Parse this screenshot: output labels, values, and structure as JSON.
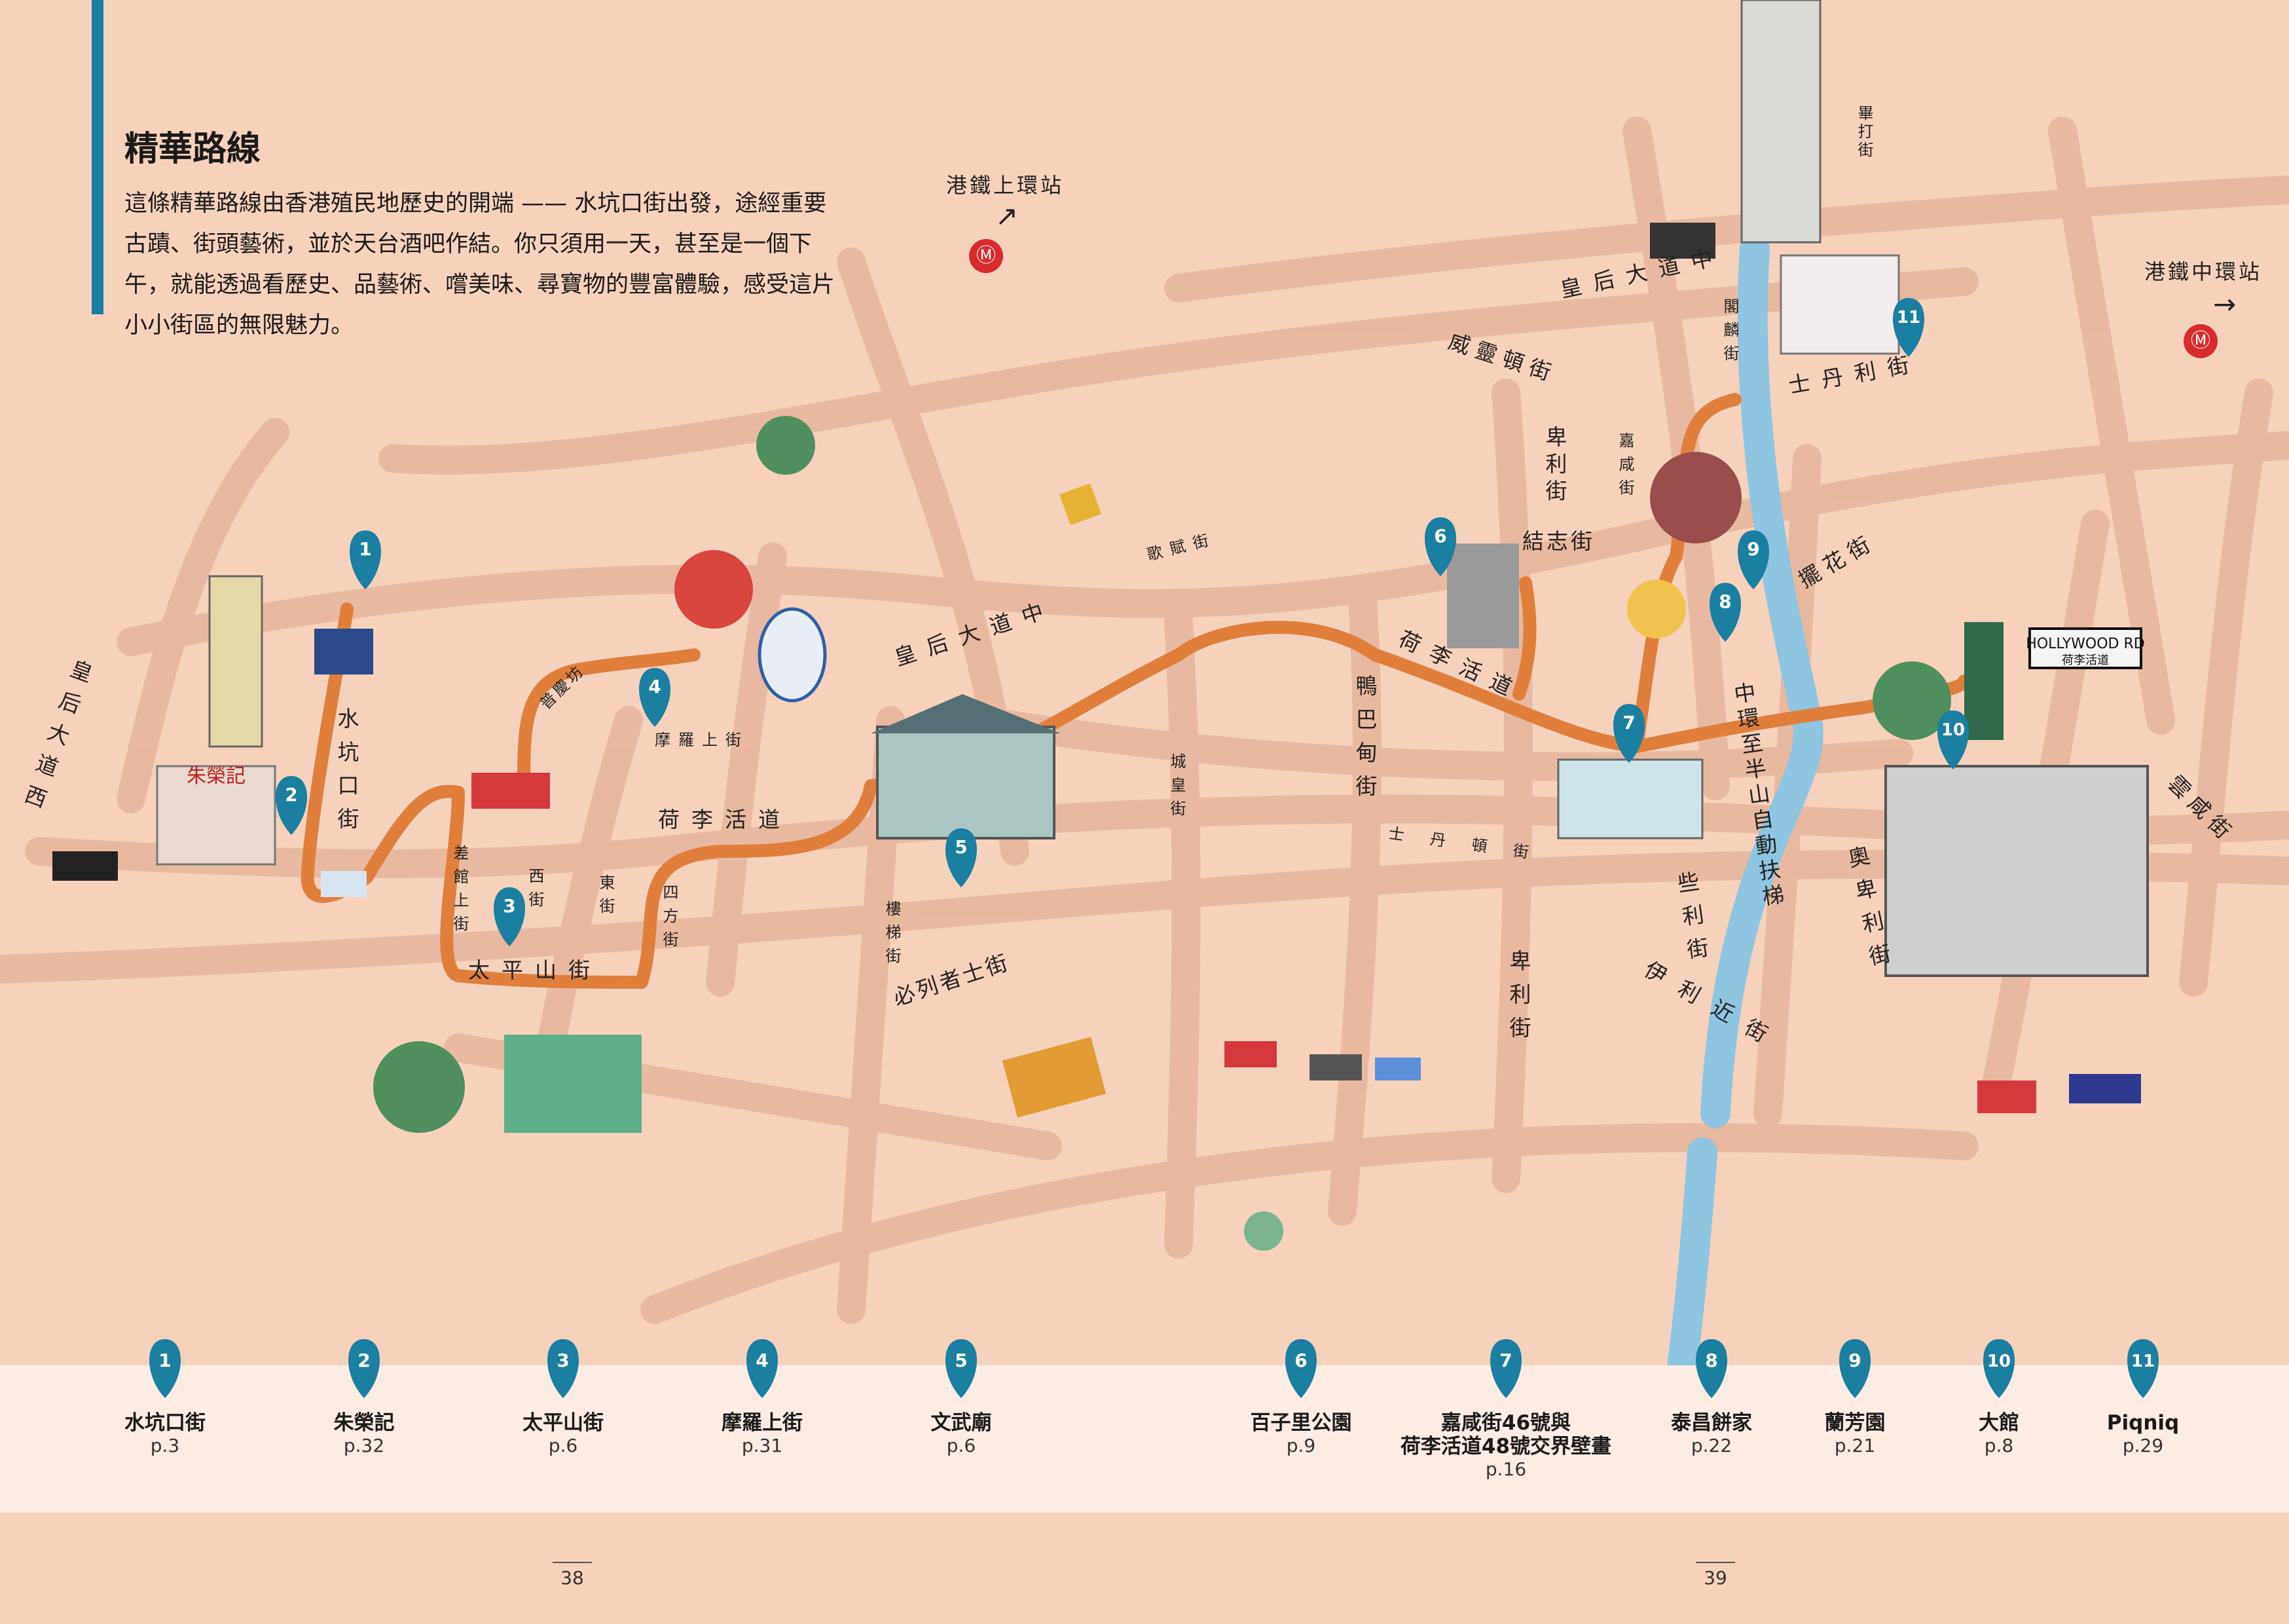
{
  "header": {
    "title": "精華路線",
    "intro": "這條精華路線由香港殖民地歷史的開端 —— 水坑口街出發，途經重要古蹟、街頭藝術，並於天台酒吧作結。你只須用一天，甚至是一個下午，就能透過看歷史、品藝術、嚐美味、尋寶物的豐富體驗，感受這片小小街區的無限魅力。"
  },
  "map": {
    "stations": [
      {
        "label": "港鐵上環站",
        "arrow": "↗"
      },
      {
        "label": "港鐵中環站",
        "arrow": "→"
      }
    ],
    "streets": {
      "queens_west": "皇后大道西",
      "possession": "水坑口街",
      "upper_lascar": "摩羅上街",
      "hollywood_w": "荷李活道",
      "hollywood_e": "荷李活道",
      "queens_central_w": "皇后大道中",
      "queens_central_e": "皇后大道中",
      "tai_ping_shan": "太平山街",
      "bridges": "必列者士街",
      "wellington": "威靈頓街",
      "stanley": "士丹利街",
      "staunton": "士丹頓街",
      "aberdeen": "鴨巴甸街",
      "gough": "歌賦街",
      "peel_n": "卑利街",
      "peel_s": "卑利街",
      "graham": "嘉咸街",
      "gage": "結志街",
      "lyndhurst": "擺花街",
      "cochrane": "閣麟街",
      "shelley": "些利街",
      "elgin": "伊利近街",
      "old_bailey": "奧卑利街",
      "arbuthnot": "雲咸街",
      "pedder": "畢打街",
      "escalator": "中環至半山自動扶梯",
      "sai_street": "西街",
      "east_street": "東街",
      "square_street": "四方街",
      "po_hing": "普慶坊",
      "tank_lane": "差館上街",
      "ladder": "樓梯街",
      "shing_wong": "城皇街",
      "hollywood_sign": "HOLLYWOOD RD",
      "hollywood_sign_cn": "荷李活道",
      "store_sign": "朱榮記"
    }
  },
  "stops": [
    {
      "num": "1",
      "name": "水坑口街",
      "page": "p.3"
    },
    {
      "num": "2",
      "name": "朱榮記",
      "page": "p.32"
    },
    {
      "num": "3",
      "name": "太平山街",
      "page": "p.6"
    },
    {
      "num": "4",
      "name": "摩羅上街",
      "page": "p.31"
    },
    {
      "num": "5",
      "name": "文武廟",
      "page": "p.6"
    },
    {
      "num": "6",
      "name": "百子里公園",
      "page": "p.9"
    },
    {
      "num": "7",
      "name": "嘉咸街46號與\n荷李活道48號交界壁畫",
      "page": "p.16"
    },
    {
      "num": "8",
      "name": "泰昌餅家",
      "page": "p.22"
    },
    {
      "num": "9",
      "name": "蘭芳園",
      "page": "p.21"
    },
    {
      "num": "10",
      "name": "大館",
      "page": "p.8"
    },
    {
      "num": "11",
      "name": "Piqniq",
      "page": "p.29"
    }
  ],
  "page_numbers": {
    "left": "38",
    "right": "39"
  },
  "colors": {
    "background": "#f6d2bd",
    "route": "#e07f3c",
    "pin": "#1b7fa1",
    "street": "#e6b59c",
    "legend_bg": "#fcece4"
  }
}
